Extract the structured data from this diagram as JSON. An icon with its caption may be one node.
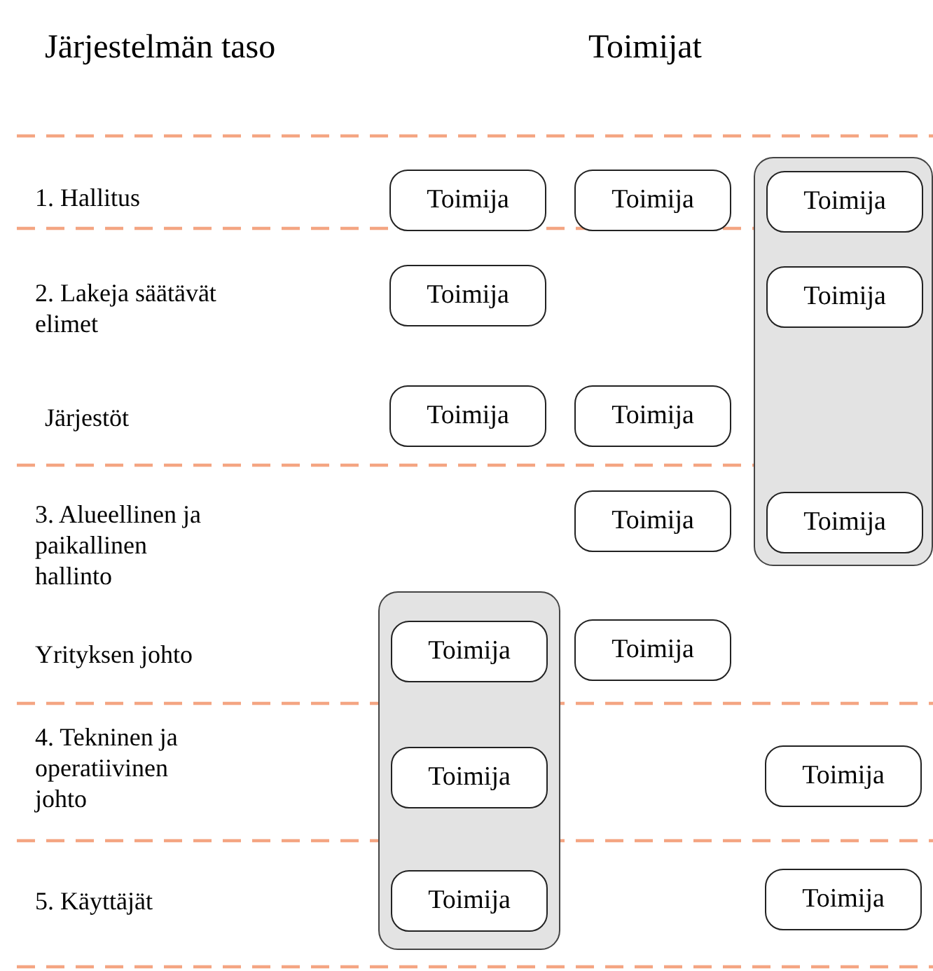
{
  "diagram": {
    "nodes": [
      {
        "text": [
          "Toimija"
        ]
      },
      {
        "text": [
          "Toimija"
        ]
      },
      {
        "text": [],
        "shape": "box"
      },
      {
        "text": [
          "Toimija"
        ],
        "in": 2
      },
      {
        "text": [
          "Toimija"
        ]
      },
      {
        "text": [
          "Toimija"
        ],
        "in": 2
      },
      {
        "text": [
          "Toimija"
        ]
      },
      {
        "text": [
          "Toimija"
        ]
      },
      {
        "text": [
          "Toimija"
        ]
      },
      {
        "text": [
          "Toimija"
        ],
        "in": 2
      },
      {
        "text": [],
        "shape": "box"
      },
      {
        "text": [
          "Toimija"
        ],
        "in": 10
      },
      {
        "text": [
          "Toimija"
        ]
      },
      {
        "text": [
          "Toimija"
        ],
        "in": 10
      },
      {
        "text": [
          "Toimija"
        ]
      },
      {
        "text": [
          "Toimija"
        ],
        "in": 10
      },
      {
        "text": [
          "Toimija"
        ]
      }
    ],
    "edges": [],
    "labels": [
      "Järjestelmän taso",
      "Toimijat",
      "1. Hallitus",
      "2. Lakeja säätävät elimet",
      "Järjestöt",
      "3. Alueellinen ja paikallinen hallinto",
      "Yrityksen johto",
      "4. Tekninen ja operatiivinen johto",
      "5. Käyttäjät"
    ]
  }
}
